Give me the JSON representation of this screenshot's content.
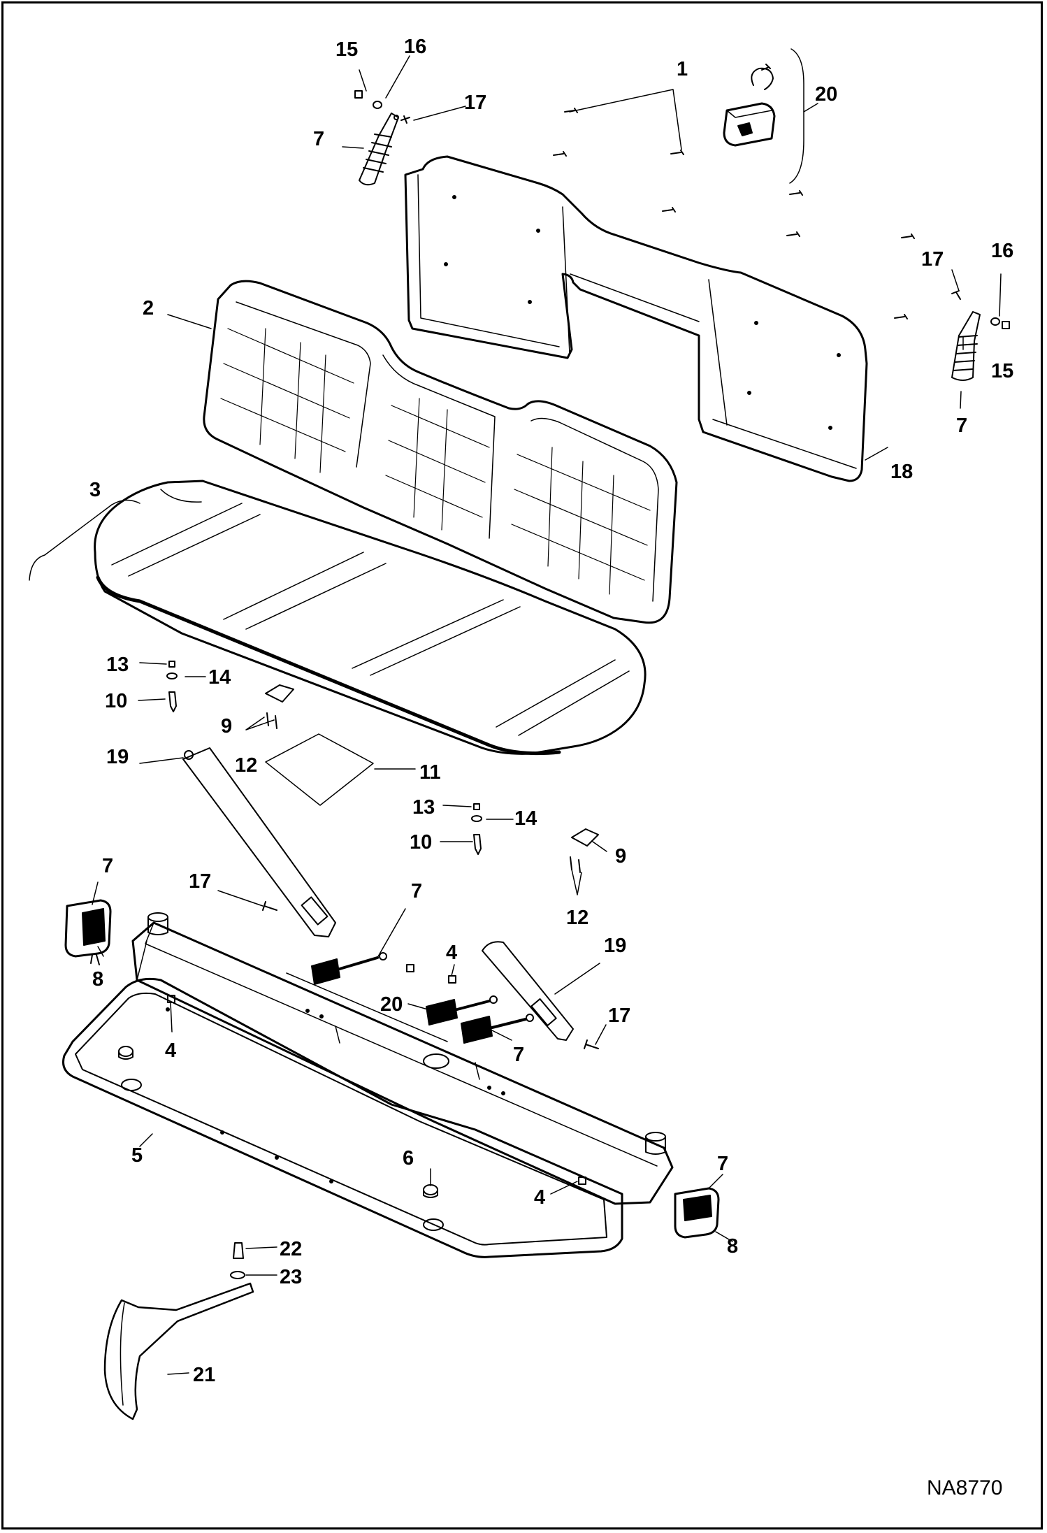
{
  "drawing_id": "NA8770",
  "callouts": [
    {
      "id": "c15a",
      "text": "15"
    },
    {
      "id": "c16a",
      "text": "16"
    },
    {
      "id": "c17a",
      "text": "17"
    },
    {
      "id": "c7a",
      "text": "7"
    },
    {
      "id": "c1",
      "text": "1"
    },
    {
      "id": "c20a",
      "text": "20"
    },
    {
      "id": "c17b",
      "text": "17"
    },
    {
      "id": "c16b",
      "text": "16"
    },
    {
      "id": "c15b",
      "text": "15"
    },
    {
      "id": "c7b",
      "text": "7"
    },
    {
      "id": "c18",
      "text": "18"
    },
    {
      "id": "c2",
      "text": "2"
    },
    {
      "id": "c3",
      "text": "3"
    },
    {
      "id": "c13a",
      "text": "13"
    },
    {
      "id": "c14a",
      "text": "14"
    },
    {
      "id": "c10a",
      "text": "10"
    },
    {
      "id": "c9a",
      "text": "9"
    },
    {
      "id": "c12a",
      "text": "12"
    },
    {
      "id": "c11",
      "text": "11"
    },
    {
      "id": "c19a",
      "text": "19"
    },
    {
      "id": "c13b",
      "text": "13"
    },
    {
      "id": "c14b",
      "text": "14"
    },
    {
      "id": "c10b",
      "text": "10"
    },
    {
      "id": "c9b",
      "text": "9"
    },
    {
      "id": "c12b",
      "text": "12"
    },
    {
      "id": "c7c",
      "text": "7"
    },
    {
      "id": "c8a",
      "text": "8"
    },
    {
      "id": "c17c",
      "text": "17"
    },
    {
      "id": "c7d",
      "text": "7"
    },
    {
      "id": "c4a",
      "text": "4"
    },
    {
      "id": "c19b",
      "text": "19"
    },
    {
      "id": "c20b",
      "text": "20"
    },
    {
      "id": "c17d",
      "text": "17"
    },
    {
      "id": "c7e",
      "text": "7"
    },
    {
      "id": "c4b",
      "text": "4"
    },
    {
      "id": "c5",
      "text": "5"
    },
    {
      "id": "c6",
      "text": "6"
    },
    {
      "id": "c4c",
      "text": "4"
    },
    {
      "id": "c7f",
      "text": "7"
    },
    {
      "id": "c8b",
      "text": "8"
    },
    {
      "id": "c22",
      "text": "22"
    },
    {
      "id": "c23",
      "text": "23"
    },
    {
      "id": "c21",
      "text": "21"
    }
  ]
}
